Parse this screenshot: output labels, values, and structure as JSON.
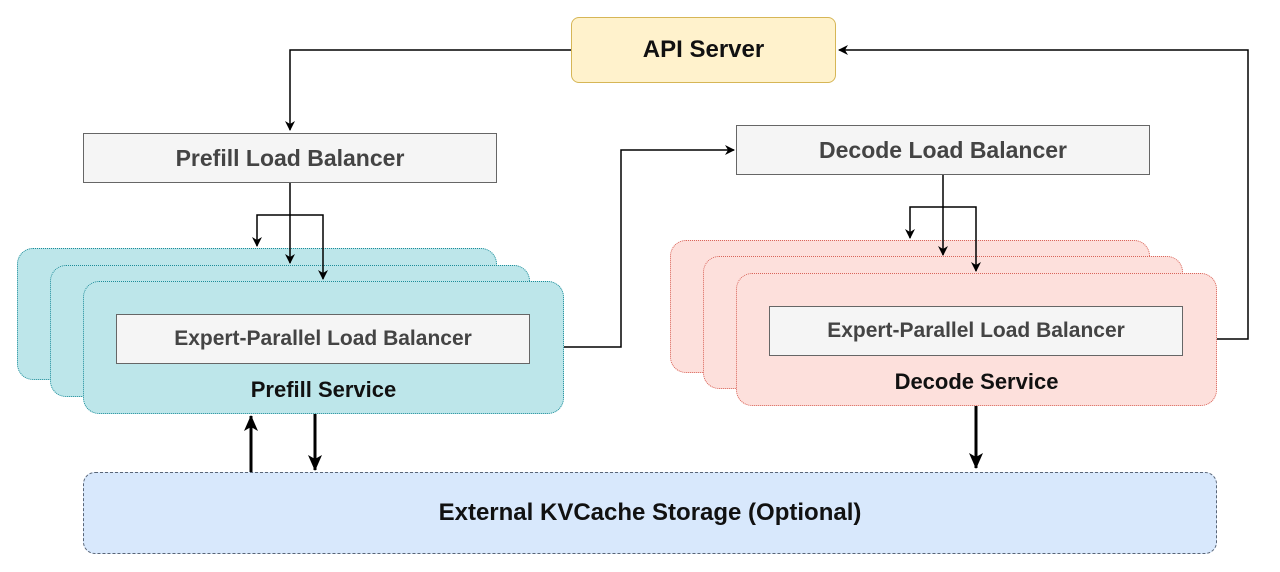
{
  "api_server": {
    "label": "API Server"
  },
  "prefill": {
    "load_balancer_label": "Prefill Load Balancer",
    "ep_load_balancer_label": "Expert-Parallel Load Balancer",
    "service_label": "Prefill Service"
  },
  "decode": {
    "load_balancer_label": "Decode Load Balancer",
    "ep_load_balancer_label": "Expert-Parallel Load Balancer",
    "service_label": "Decode Service"
  },
  "storage": {
    "label": "External KVCache Storage (Optional)"
  },
  "colors": {
    "api_fill": "#fff2cc",
    "api_stroke": "#d6b656",
    "lb_fill": "#f5f5f5",
    "lb_stroke": "#666666",
    "prefill_fill": "#bde6ea",
    "prefill_stroke": "#1d8c99",
    "decode_fill": "#fde0dc",
    "decode_stroke": "#d9655a",
    "storage_fill": "#d8e8fc",
    "storage_stroke": "#5a6678",
    "edge": "#000000"
  }
}
